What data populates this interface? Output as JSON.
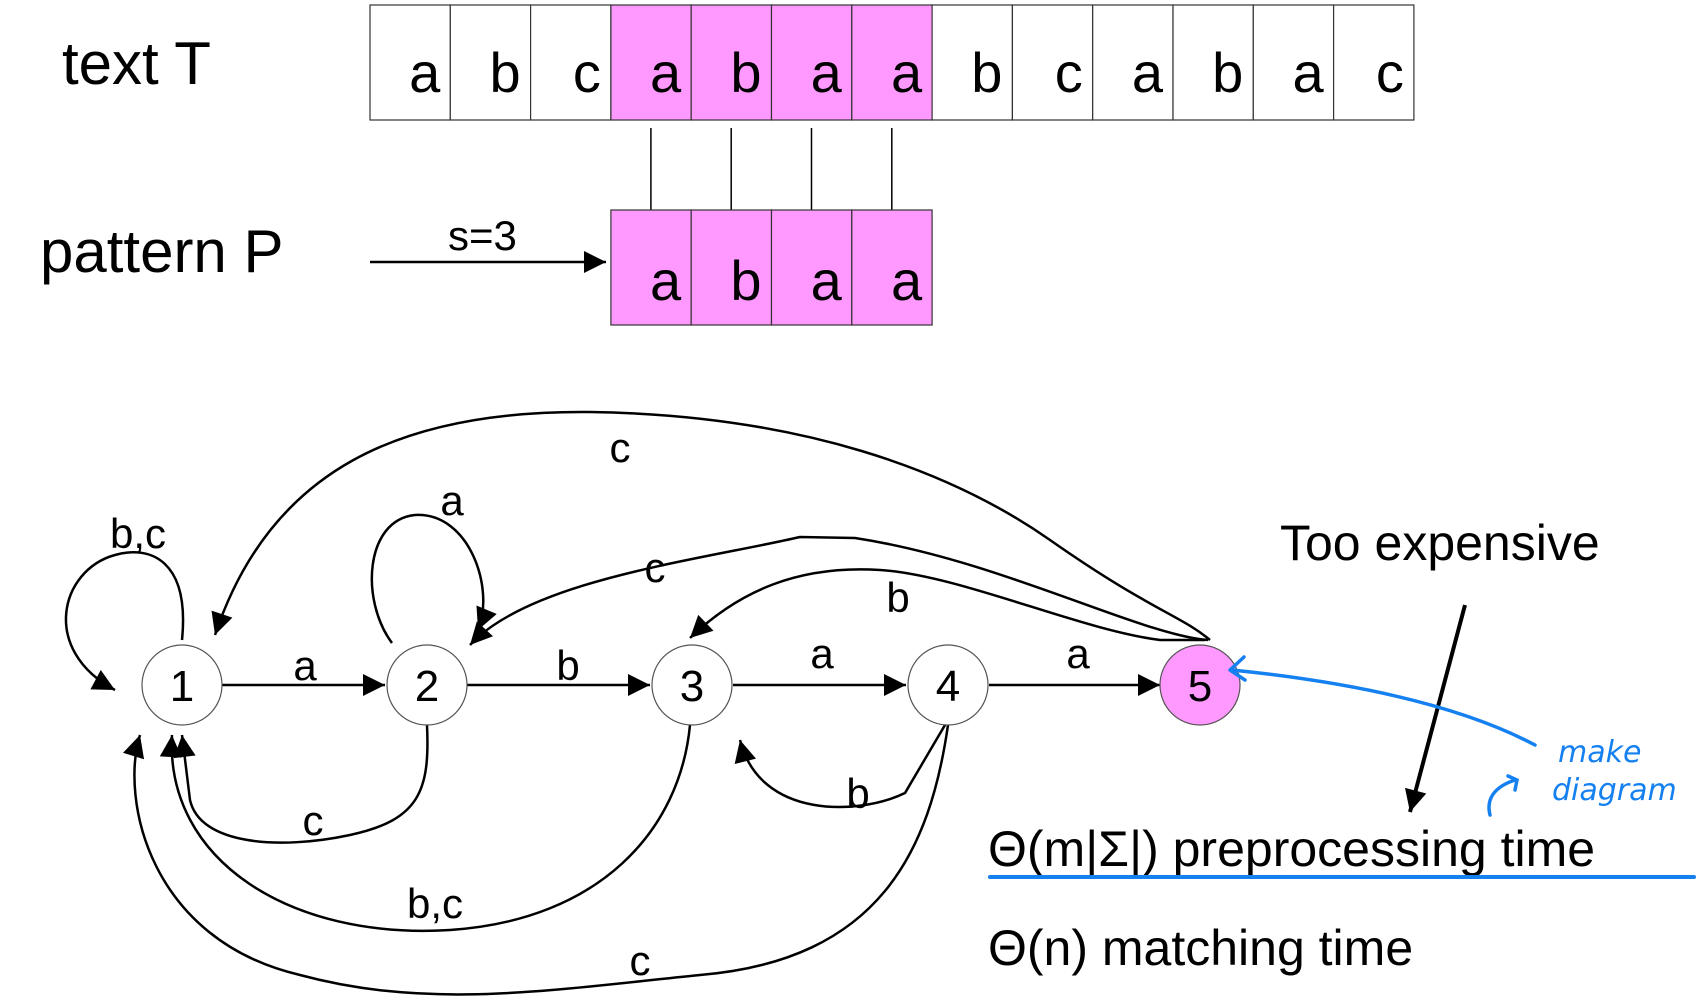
{
  "text_row": {
    "label": "text T",
    "cells": [
      "a",
      "b",
      "c",
      "a",
      "b",
      "a",
      "a",
      "b",
      "c",
      "a",
      "b",
      "a",
      "c"
    ],
    "highlighted": [
      3,
      4,
      5,
      6
    ]
  },
  "pattern_row": {
    "label": "pattern P",
    "shift_label": "s=3",
    "cells": [
      "a",
      "b",
      "a",
      "a"
    ]
  },
  "colors": {
    "highlight": "#ff99ff",
    "annotation": "#1580f0",
    "stroke": "#000000"
  },
  "automaton": {
    "states": [
      "1",
      "2",
      "3",
      "4",
      "5"
    ],
    "accepting_state": "5",
    "edges": [
      {
        "from": "1",
        "to": "1",
        "label": "b,c"
      },
      {
        "from": "1",
        "to": "2",
        "label": "a"
      },
      {
        "from": "2",
        "to": "2",
        "label": "a"
      },
      {
        "from": "2",
        "to": "3",
        "label": "b"
      },
      {
        "from": "2",
        "to": "1",
        "label": "c"
      },
      {
        "from": "3",
        "to": "4",
        "label": "a"
      },
      {
        "from": "3",
        "to": "1",
        "label": "b,c"
      },
      {
        "from": "4",
        "to": "5",
        "label": "a"
      },
      {
        "from": "4",
        "to": "3",
        "label": "b"
      },
      {
        "from": "4",
        "to": "1",
        "label": "c"
      },
      {
        "from": "5",
        "to": "1",
        "label": "c"
      },
      {
        "from": "5",
        "to": "2",
        "label": "c"
      },
      {
        "from": "5",
        "to": "3",
        "label": "b"
      }
    ]
  },
  "notes": {
    "too_expensive": "Too expensive",
    "preprocessing": "Θ(m|Σ|) preprocessing time",
    "matching": "Θ(n) matching time",
    "handwritten_line1": "make",
    "handwritten_line2": "diagram"
  }
}
